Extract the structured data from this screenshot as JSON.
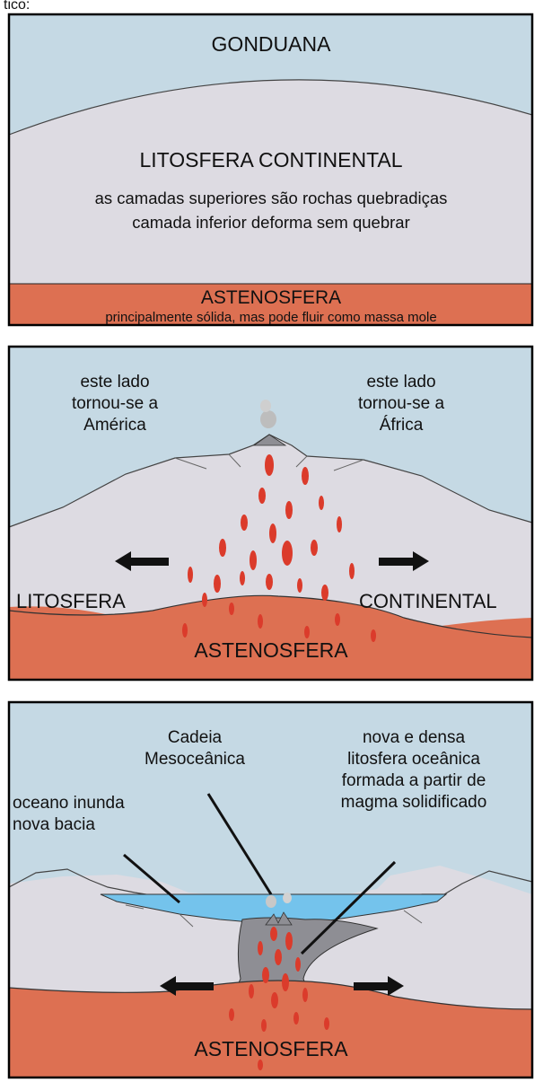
{
  "top_caption": "tico:",
  "panel1": {
    "sky_label": "GONDUANA",
    "lithosphere_title": "LITOSFERA CONTINENTAL",
    "desc_line1": "as camadas superiores são rochas quebradiças",
    "desc_line2": "camada inferior deforma sem quebrar",
    "asthenosphere_title": "ASTENOSFERA",
    "asthenosphere_sub": "principalmente sólida, mas pode fluir como massa mole"
  },
  "panel2": {
    "left_note": [
      "este lado",
      "tornou-se a",
      "América"
    ],
    "right_note": [
      "este lado",
      "tornou-se a",
      "África"
    ],
    "lithosphere_left": "LITOSFERA",
    "lithosphere_right": "CONTINENTAL",
    "asthenosphere": "ASTENOSFERA"
  },
  "panel3": {
    "ridge_label": [
      "Cadeia",
      "Mesoceânica"
    ],
    "ocean_label": [
      "oceano inunda",
      "nova bacia"
    ],
    "new_lithosphere_label": [
      "nova e densa",
      "litosfera oceânica",
      "formada a partir de",
      "magma solidificado"
    ],
    "asthenosphere": "ASTENOSFERA"
  },
  "colors": {
    "sky": "#c5d9e4",
    "lithosphere": "#dddbe2",
    "asthenosphere": "#dd7052",
    "ocean": "#74c3ec",
    "new_crust": "#8e8e94",
    "magma": "#db3b2b",
    "arrow": "#111111",
    "border": "#000000"
  }
}
